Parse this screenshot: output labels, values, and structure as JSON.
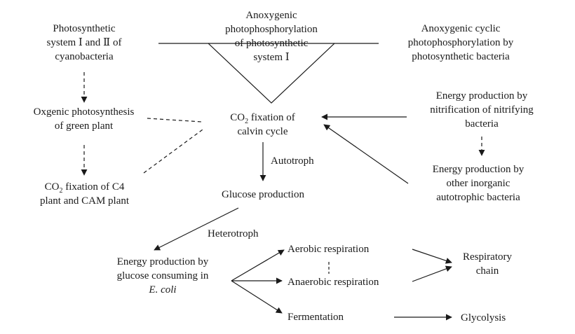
{
  "nodes": {
    "ps_cyanobacteria": [
      "Photosynthetic",
      "system Ⅰ and Ⅱ of",
      "cyanobacteria"
    ],
    "anoxygenic_ps1": [
      "Anoxygenic",
      "photophosphorylation",
      "of photosynthetic",
      "system Ⅰ"
    ],
    "anoxygenic_cyclic": [
      "Anoxygenic cyclic",
      "photophosphorylation by",
      "photosynthetic bacteria"
    ],
    "oxygenic_green": [
      "Oxgenic photosynthesis",
      "of green plant"
    ],
    "co2_c4": {
      "prefix": "CO",
      "sub": "2",
      "suffix": " fixation of C4",
      "line2": "plant and CAM plant"
    },
    "co2_calvin": {
      "prefix": "CO",
      "sub": "2",
      "suffix": " fixation of",
      "line2": "calvin cycle"
    },
    "nitrification": [
      "Energy production by",
      "nitrification of nitrifying",
      "bacteria"
    ],
    "inorganic_autotrophic": [
      "Energy production by",
      "other inorganic",
      "autotrophic bacteria"
    ],
    "glucose_production": "Glucose production",
    "ecoli": {
      "line1": "Energy production by",
      "line2": "glucose consuming in",
      "line3": "E. coli"
    },
    "aerobic": "Aerobic respiration",
    "anaerobic": "Anaerobic respiration",
    "fermentation": "Fermentation",
    "respiratory_chain": [
      "Respiratory",
      "chain"
    ],
    "glycolysis": "Glycolysis"
  },
  "edge_labels": {
    "autotroph": "Autotroph",
    "heterotroph": "Heterotroph"
  }
}
